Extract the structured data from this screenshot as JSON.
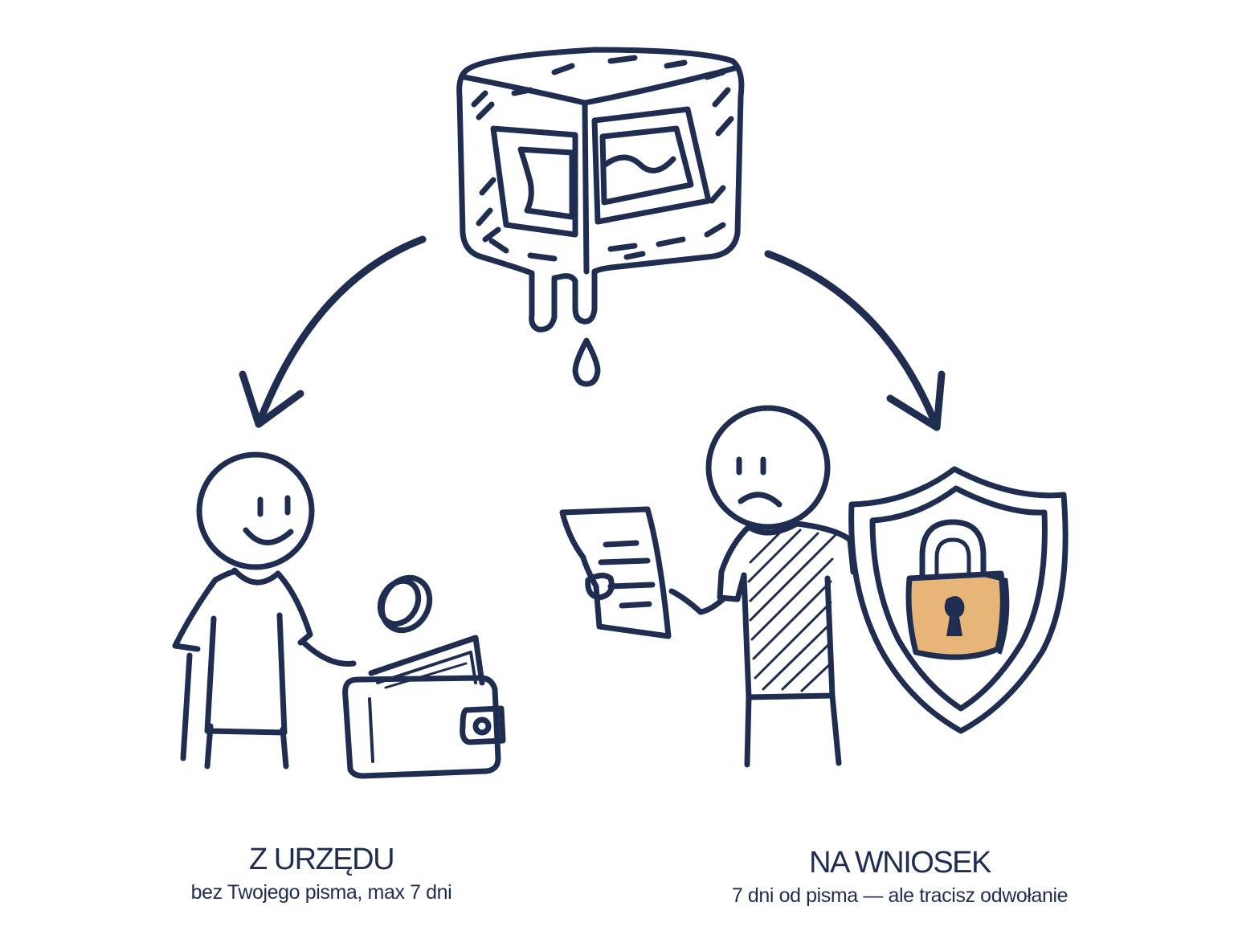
{
  "colors": {
    "ink": "#1f2d50",
    "lock_fill": "#e6b577",
    "background": "#ffffff"
  },
  "icons": [
    "frozen-money-ice-cube-icon",
    "water-drop-icon",
    "curved-arrow-left-icon",
    "curved-arrow-right-icon",
    "happy-person-icon",
    "wallet-icon",
    "coin-icon",
    "sad-person-icon",
    "document-icon",
    "shield-icon",
    "padlock-icon"
  ],
  "left": {
    "title": "Z URZĘDU",
    "subtitle": "bez Twojego pisma, max 7 dni"
  },
  "right": {
    "title": "NA WNIOSEK",
    "subtitle": "7 dni od pisma — ale tracisz odwołanie"
  }
}
